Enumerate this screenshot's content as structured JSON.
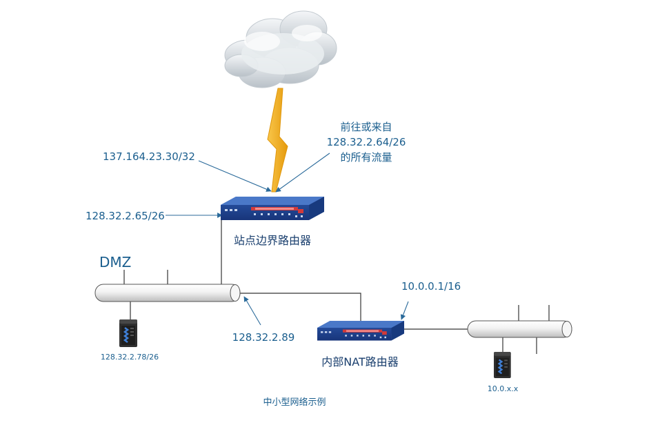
{
  "cloud_label": "",
  "traffic_note": {
    "line1": "前往或来自",
    "line2": "128.32.2.64/26",
    "line3": "的所有流量"
  },
  "external_ip": "137.164.23.30/32",
  "border_router": {
    "interface_ip": "128.32.2.65/26",
    "name": "站点边界路由器"
  },
  "dmz": {
    "label": "DMZ",
    "server_ip": "128.32.2.78/26"
  },
  "nat_router": {
    "outside_ip": "128.32.2.89",
    "inside_ip": "10.0.0.1/16",
    "name": "内部NAT路由器"
  },
  "internal_net": {
    "server_ip": "10.0.x.x"
  },
  "caption": "中小型网络示例",
  "colors": {
    "label_blue": "#1a5e8e",
    "router_blue": "#1f4d9a",
    "lightning": "#f7b21a",
    "cable_line": "#333333",
    "arrow": "#2a6a9a"
  }
}
